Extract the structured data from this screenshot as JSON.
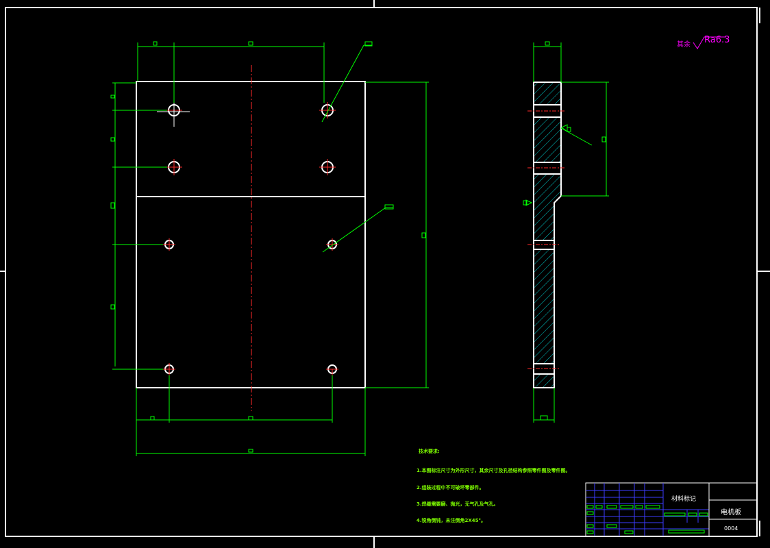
{
  "surface_finish": {
    "prefix": "其余",
    "value": "Ra6.3"
  },
  "technical_requirements": {
    "title": "技术要求:",
    "items": [
      "1.本图标注尺寸为外形尺寸，其余尺寸及孔径结构参照零件图及零件图。",
      "2.组装过程中不可破坏零部件。",
      "3.焊缝需要磨、抛光，无气孔及气孔。",
      "4.锐角倒钝，未注倒角2X45°。"
    ]
  },
  "title_block": {
    "drafting_mark": "材料标记",
    "part_name": "电机板",
    "drawing_no": "0004"
  },
  "colors": {
    "outline": "#ffffff",
    "dimension": "#00ff00",
    "centerline": "#ff2a2a",
    "hatch": "#00c8c8",
    "grid": "#3c3cff",
    "annotation": "#ff00ff"
  }
}
